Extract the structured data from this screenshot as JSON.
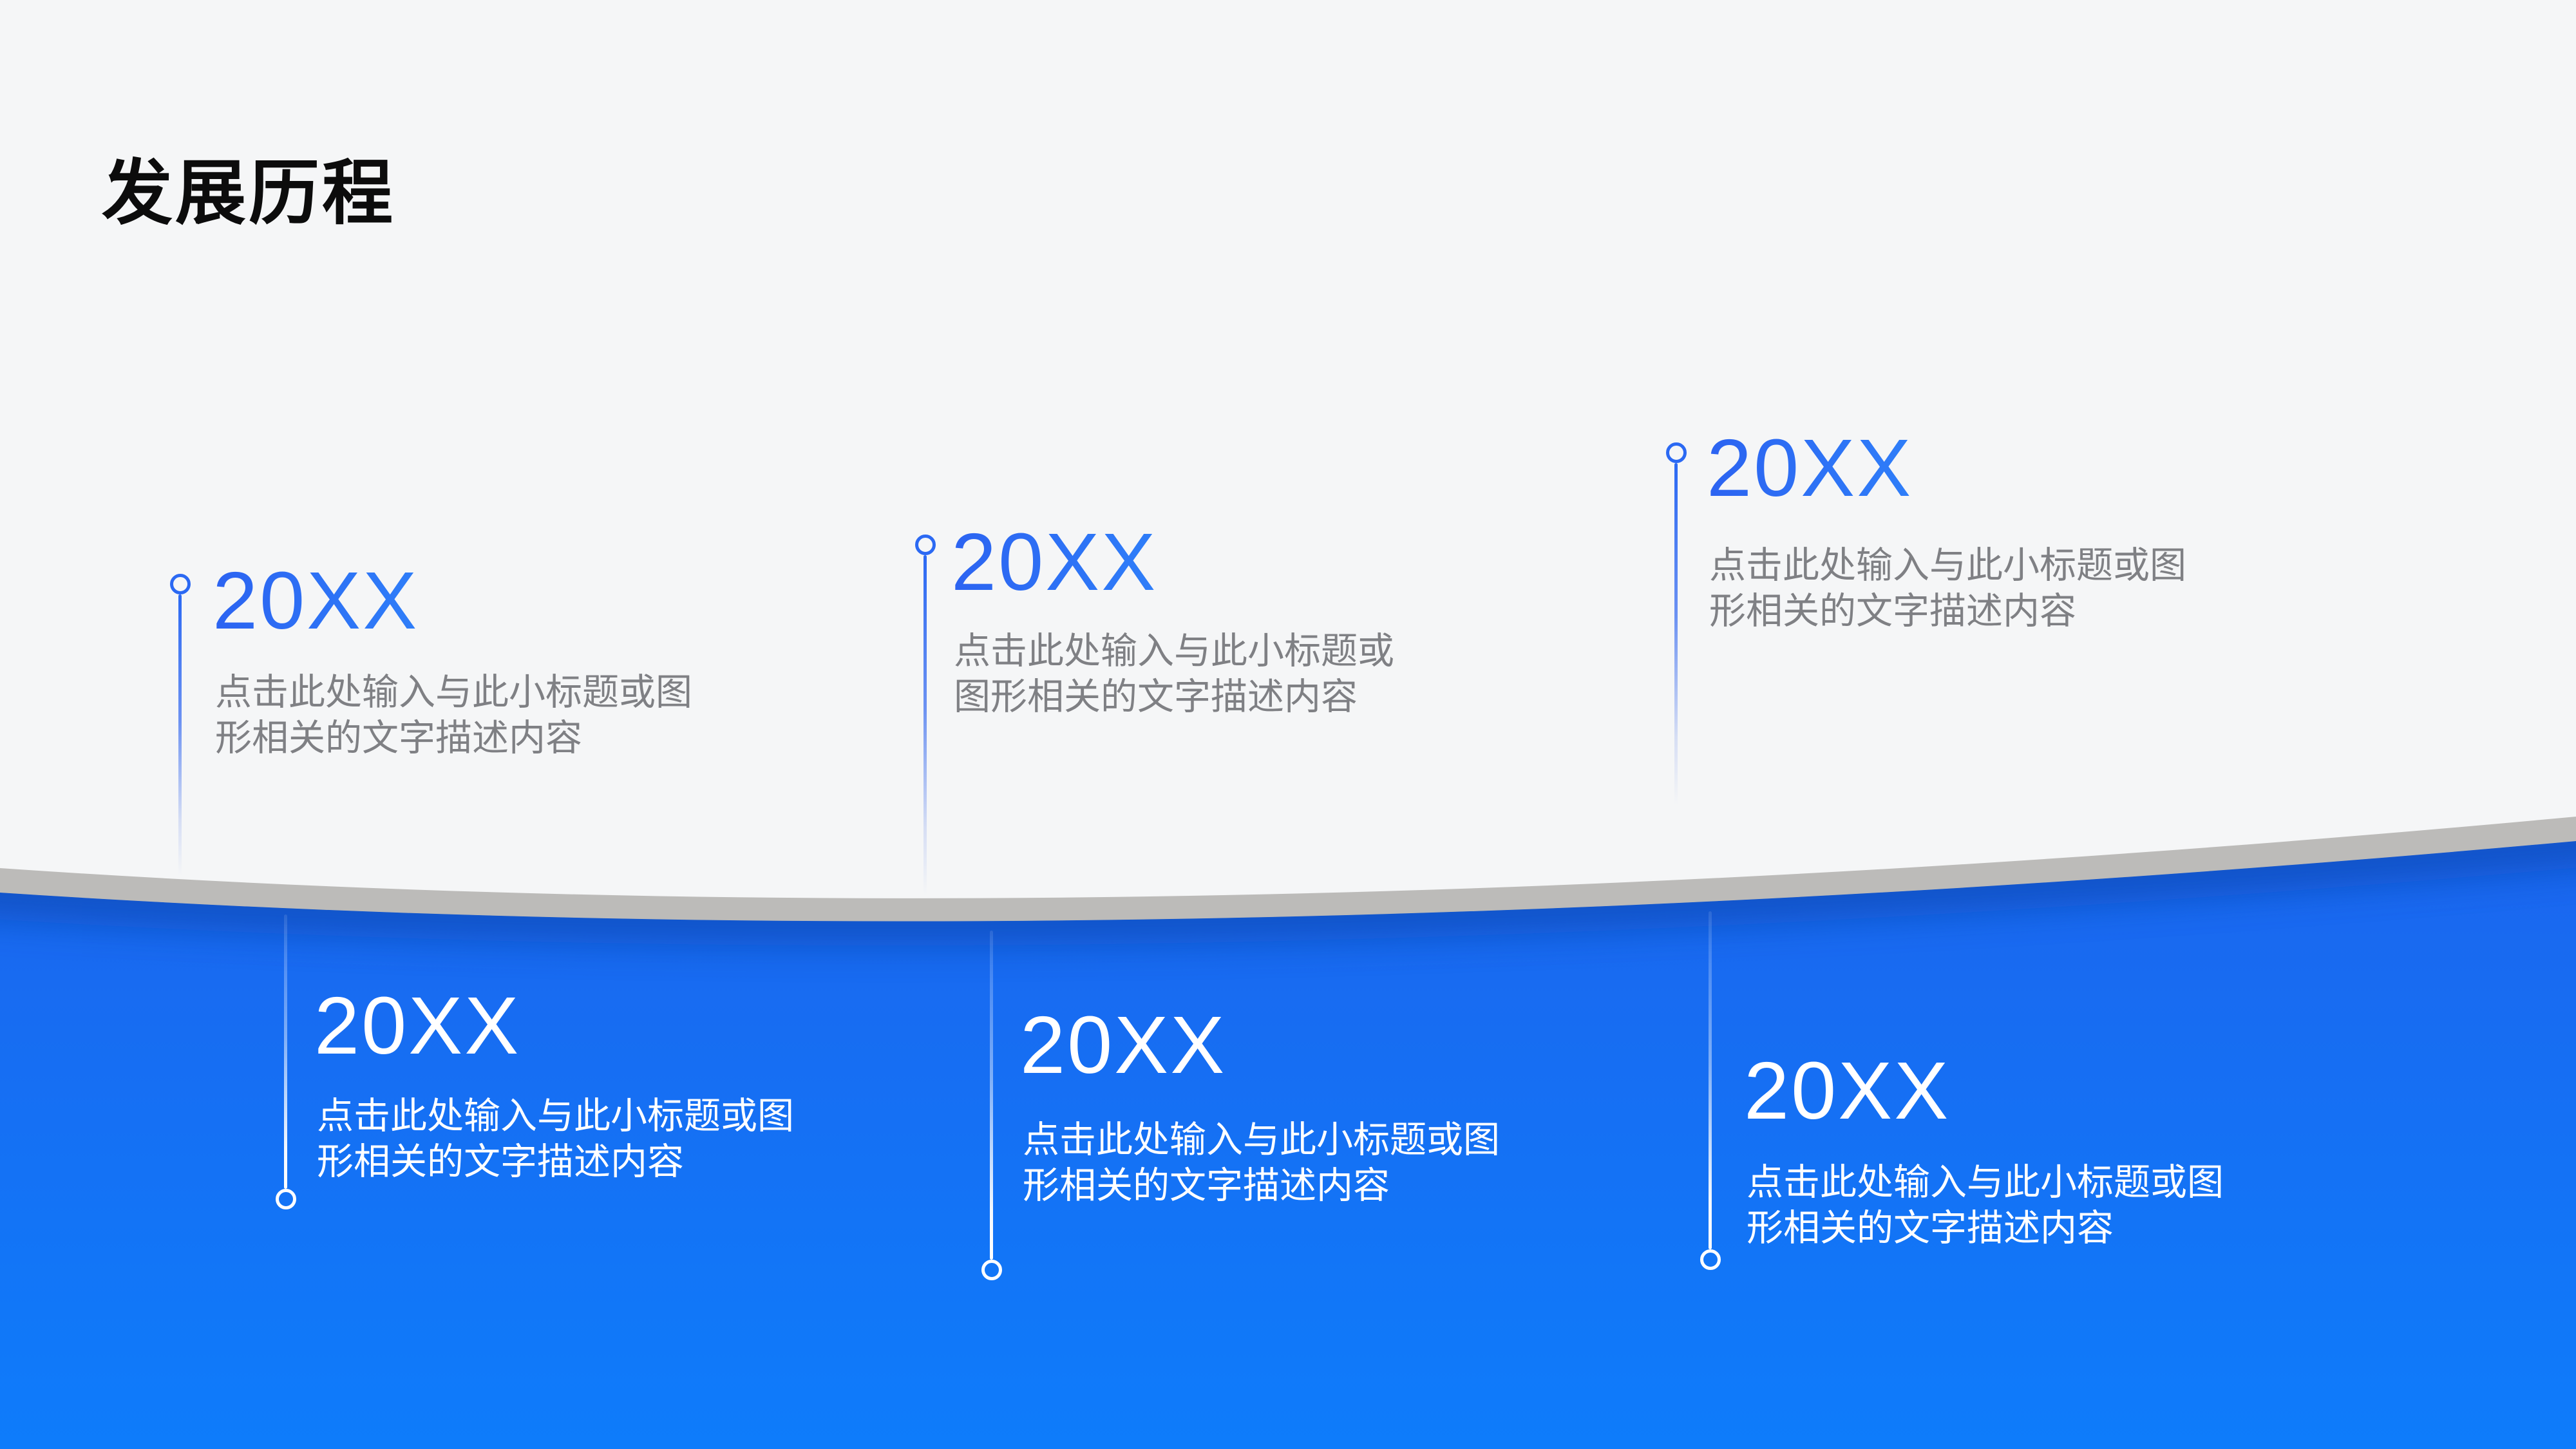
{
  "slide": {
    "title": "发展历程",
    "milestones": [
      {
        "year": "20XX",
        "desc": "点击此处输入与此小标题或图\n形相关的文字描述内容",
        "section": "top"
      },
      {
        "year": "20XX",
        "desc": "点击此处输入与此小标题或\n图形相关的文字描述内容",
        "section": "top"
      },
      {
        "year": "20XX",
        "desc": "点击此处输入与此小标题或图\n形相关的文字描述内容",
        "section": "top"
      },
      {
        "year": "20XX",
        "desc": "点击此处输入与此小标题或图\n形相关的文字描述内容",
        "section": "bottom"
      },
      {
        "year": "20XX",
        "desc": "点击此处输入与此小标题或图\n形相关的文字描述内容",
        "section": "bottom"
      },
      {
        "year": "20XX",
        "desc": "点击此处输入与此小标题或图\n形相关的文字描述内容",
        "section": "bottom"
      }
    ],
    "colors": {
      "background": "#f5f6f7",
      "title_black": "#0c0c0c",
      "accent_blue": "#2b69f3",
      "year_gradient_left": "#2c63f1",
      "year_gradient_right": "#2e7ef9",
      "description_gray": "#7f8084",
      "band_gray": "#bcbbb9",
      "blue_gradient_top": "#1b66ee",
      "blue_gradient_bottom": "#0e7cfb",
      "blue_edge_shadow": "#0a4ab4",
      "text_white": "#ffffff"
    }
  }
}
